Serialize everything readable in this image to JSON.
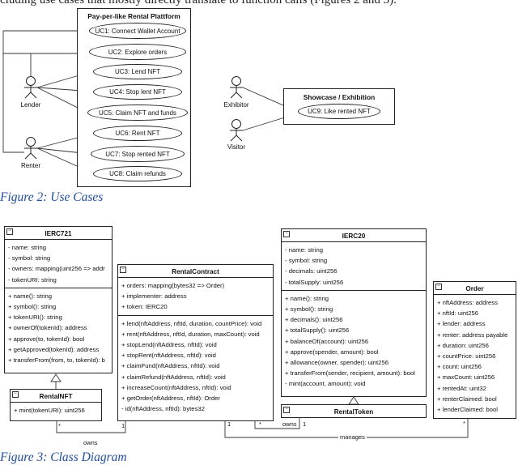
{
  "intro_text": "cluding use cases that mostly directly translate to function calls (Figures 2 and 3).",
  "figure2": {
    "caption": "Figure 2: Use Cases",
    "system_title": "Pay-per-like Rental Plattform",
    "use_cases": [
      "UC1: Connect Wallet Account",
      "UC2: Explore orders",
      "UC3: Lend NFT",
      "UC4: Stop lent NFT",
      "UC5: Claim NFT and funds",
      "UC6: Rent NFT",
      "UC7: Stop rented NFT",
      "UC8: Claim refunds"
    ],
    "actors": [
      "Lender",
      "Renter",
      "Exhibitor",
      "Visitor"
    ],
    "showcase_title": "Showcase / Exhibition",
    "showcase_use_case": "UC9: Like rented NFT"
  },
  "figure3": {
    "caption": "Figure 3: Class Diagram",
    "classes": {
      "ierc721": {
        "name": "IERC721",
        "attributes": [
          "- name: string",
          "- symbol: string",
          "- owners: mapping(uint256 => addr",
          "- tokenURI: string"
        ],
        "methods": [
          "+ name(): string",
          "+ symbol(): string",
          "+ tokenURI(): string",
          "+ ownerOf(tokenId): address",
          "+ approve(to, tokenId): bool",
          "+ getApproved(tokenId): address",
          "+ transferFrom(from, to, tokenId): b"
        ]
      },
      "rentalnft": {
        "name": "RentalNFT",
        "methods": [
          "+ mint(tokenURI): uint256"
        ]
      },
      "rentalcontract": {
        "name": "RentalContract",
        "attributes": [
          "+ orders: mapping(bytes32 => Order)",
          "+ implementer: address",
          "+ token: IERC20"
        ],
        "methods": [
          "+ lend(nftAddress, nftId, duration, countPrice): void",
          "+ rent(nftAddress, nftId, duration, maxCount): void",
          "+ stopLend(nftAddress, nftId): void",
          "+ stopRent(nftAddress, nftId): void",
          "+ claimFund(nftAddress, nftId): void",
          "+ claimRefund(nftAddress, nftId): void",
          "+ increaseCount(nftAddress, nftId): void",
          "+ getOrder(nftAddress, nftId): Order",
          "- id(nftAddress, nftId): bytes32"
        ]
      },
      "ierc20": {
        "name": "IERC20",
        "attributes": [
          "- name: string",
          "- symbol: string",
          "- decimals: uint256",
          "- totalSupply: uint256"
        ],
        "methods": [
          "+ name(): string",
          "+ symbol(): string",
          "+ decimals(): uint256",
          "+ totalSupply(): uint256",
          "+ balanceOf(account): uint256",
          "+ approve(spender, amount): bool",
          "+ allowance(owner, spender): uint256",
          "+ transferFrom(sender, recipient, amount): bool",
          "- mint(account, amount): void"
        ]
      },
      "rentaltoken": {
        "name": "RentalToken"
      },
      "order": {
        "name": "Order",
        "attributes": [
          "+ nftAddress: address",
          "+ nftId: uint256",
          "+ lender: address",
          "+ renter: address payable",
          "+ duration: uint256",
          "+ countPrice: uint256",
          "+ count: uint256",
          "+ maxCount: uint256",
          "+ rentedAt: uint32",
          "+ renterClaimed: bool",
          "+ lenderClaimed: bool"
        ]
      }
    },
    "relations": {
      "owns_rentalnft": {
        "label": "owns",
        "mult_from": "*",
        "mult_to": "1"
      },
      "owns_rentaltoken": {
        "label": "owns",
        "mult_from": "*",
        "mult_to": "1"
      },
      "manages": {
        "label": "manages",
        "mult_from": "1",
        "mult_to": "*"
      }
    }
  }
}
